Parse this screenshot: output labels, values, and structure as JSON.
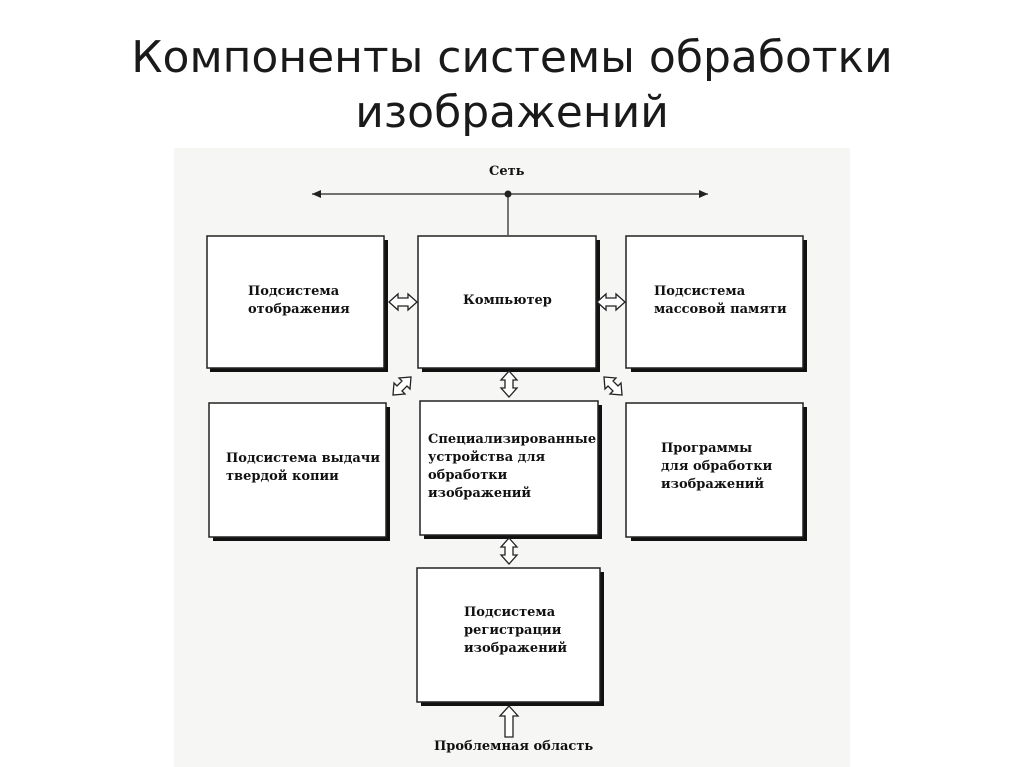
{
  "slide": {
    "title_line1": "Компоненты системы обработки",
    "title_line2": "изображений"
  },
  "diagram": {
    "network_label": "Сеть",
    "problem_area_label": "Проблемная область",
    "boxes": {
      "display": "Подсистема\nотображения",
      "computer": "Компьютер",
      "storage": "Подсистема\nмассовой памяти",
      "hardcopy": "Подсистема выдачи\nтвердой копии",
      "specialized": "Специализированные\nустройства для\nобработки\nизображений",
      "software": "Программы\nдля обработки\nизображений",
      "sensing": "Подсистема\nрегистрации\nизображений"
    }
  }
}
